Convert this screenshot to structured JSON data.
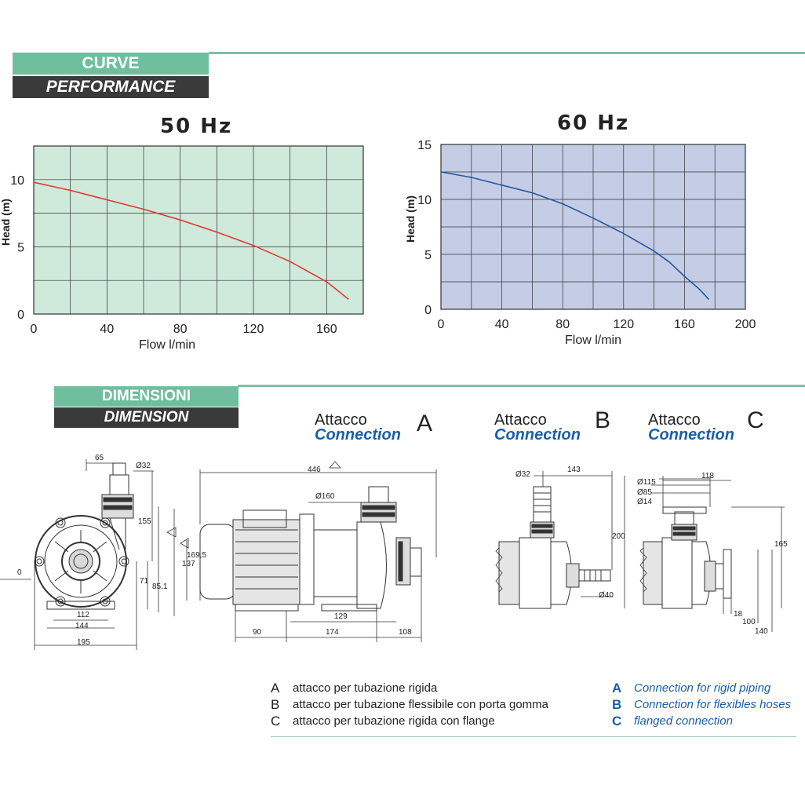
{
  "headers": {
    "curve": "CURVE",
    "performance": "PERFORMANCE",
    "dimensioni": "DIMENSIONI",
    "dimension": "DIMENSION"
  },
  "chart_data": [
    {
      "type": "line",
      "title": "50 Hz",
      "xlabel": "Flow l/min",
      "ylabel": "Head (m)",
      "xlim": [
        0,
        180
      ],
      "ylim": [
        0,
        12.5
      ],
      "x_ticks": [
        "0",
        "40",
        "80",
        "120",
        "160"
      ],
      "y_ticks": [
        "0",
        "5",
        "10"
      ],
      "grid": true,
      "background": "#cfe9db",
      "line_color": "#e03a2f",
      "series": [
        {
          "x": [
            0,
            20,
            40,
            60,
            80,
            100,
            120,
            140,
            160,
            172
          ],
          "y": [
            9.8,
            9.2,
            8.5,
            7.8,
            7.0,
            6.1,
            5.1,
            3.9,
            2.4,
            1.1
          ]
        }
      ]
    },
    {
      "type": "line",
      "title": "60 Hz",
      "xlabel": "Flow l/min",
      "ylabel": "Head (m)",
      "xlim": [
        0,
        200
      ],
      "ylim": [
        0,
        15
      ],
      "x_ticks": [
        "0",
        "40",
        "80",
        "120",
        "160",
        "200"
      ],
      "y_ticks": [
        "0",
        "5",
        "10",
        "15"
      ],
      "grid": true,
      "background": "#c5cde6",
      "line_color": "#2457a0",
      "series": [
        {
          "x": [
            0,
            20,
            40,
            60,
            80,
            100,
            120,
            140,
            150,
            160,
            170,
            176
          ],
          "y": [
            12.5,
            12.0,
            11.3,
            10.6,
            9.6,
            8.3,
            6.9,
            5.3,
            4.3,
            3.0,
            1.8,
            0.9
          ]
        }
      ]
    }
  ],
  "drawing_labels": {
    "front_65": "65",
    "front_d32": "Ø32",
    "front_155": "155",
    "front_169": "169,5",
    "front_0": "0",
    "front_71": "71",
    "front_85": "85,1",
    "front_112": "112",
    "front_144": "144",
    "front_195": "195",
    "side_446": "446",
    "side_d160": "Ø160",
    "side_137": "137",
    "side_129": "129",
    "side_90": "90",
    "side_174": "174",
    "side_108": "108",
    "b_d32": "Ø32",
    "b_143": "143",
    "b_200": "200",
    "b_d40": "Ø40",
    "c_d115": "Ø115",
    "c_d85": "Ø85",
    "c_d14": "Ø14",
    "c_118": "118",
    "c_165": "165",
    "c_18": "18",
    "c_100": "100",
    "c_140": "140"
  },
  "connections": [
    {
      "it": "Attacco",
      "en": "Connection",
      "letter": "A"
    },
    {
      "it": "Attacco",
      "en": "Connection",
      "letter": "B"
    },
    {
      "it": "Attacco",
      "en": "Connection",
      "letter": "C"
    }
  ],
  "legend_it": [
    {
      "key": "A",
      "text": "attacco per tubazione rigida"
    },
    {
      "key": "B",
      "text": "attacco per tubazione flessibile con porta gomma"
    },
    {
      "key": "C",
      "text": "attacco per tubazione rigida con flange"
    }
  ],
  "legend_en": [
    {
      "key": "A",
      "text": "Connection for rigid piping"
    },
    {
      "key": "B",
      "text": "Connection for flexibles hoses"
    },
    {
      "key": "C",
      "text": "flanged connection"
    }
  ]
}
